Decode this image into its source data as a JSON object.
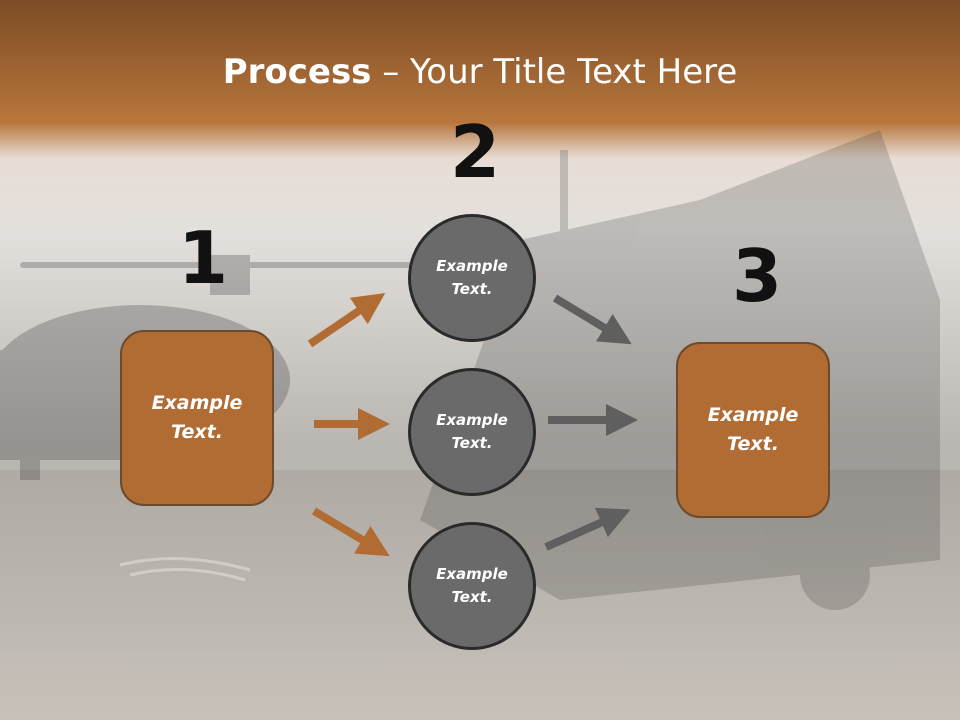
{
  "title": {
    "bold": "Process",
    "rest": " – Your Title Text Here"
  },
  "steps": {
    "one": "1",
    "two": "2",
    "three": "3"
  },
  "boxes": {
    "left": "Example\nText.",
    "right": "Example\nText."
  },
  "circles": {
    "top": "Example\nText.",
    "middle": "Example\nText.",
    "bottom": "Example\nText."
  },
  "colors": {
    "accent": "#b06c33",
    "circle": "#6a6a6a",
    "arrow_brown": "#b06c33",
    "arrow_gray": "#5f5f5f",
    "title_band": "#b06e36"
  }
}
